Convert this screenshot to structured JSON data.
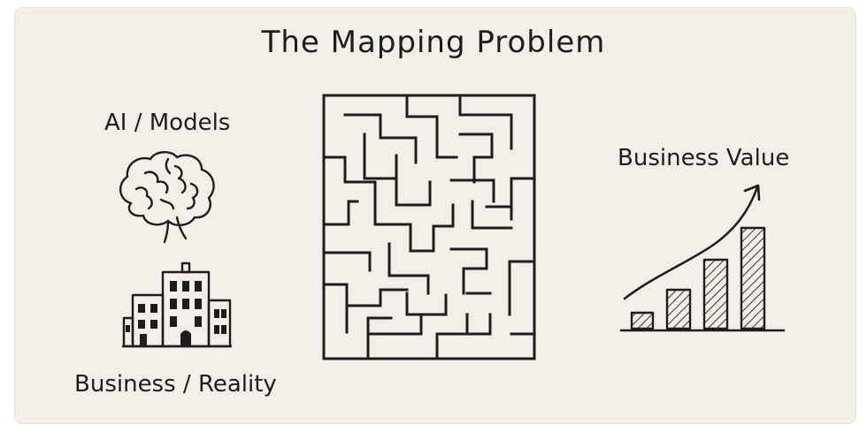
{
  "diagram": {
    "title": "The Mapping Problem",
    "left_top_label": "AI / Models",
    "left_bottom_label": "Business / Reality",
    "right_label": "Business Value",
    "icons": {
      "brain": "brain-icon",
      "building": "building-icon",
      "maze": "maze-icon",
      "chart": "rising-bar-chart-icon",
      "arrow": "trend-arrow-icon"
    },
    "colors": {
      "background": "#f1efe8",
      "ink": "#1d1d1d"
    }
  }
}
